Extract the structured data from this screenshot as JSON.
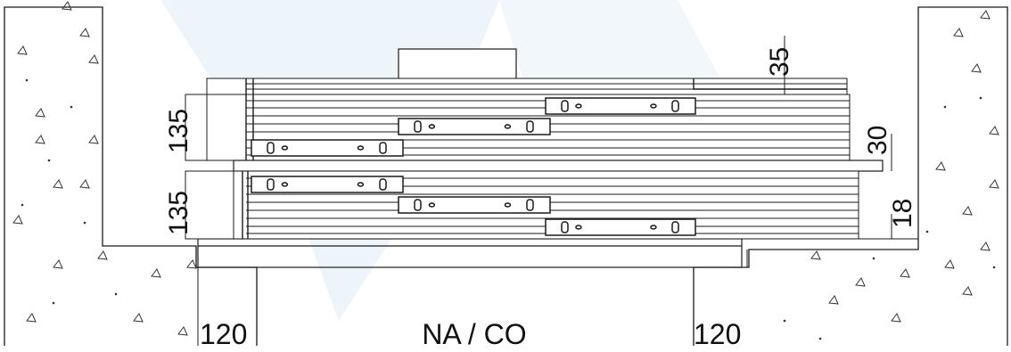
{
  "dimensions": {
    "gap_top": "35",
    "height_upper": "135",
    "height_lower": "135",
    "plate_right": "30",
    "bottom_right": "18",
    "width_left": "120",
    "width_center": "NA / CO",
    "width_right": "120"
  },
  "colors": {
    "line": "#1a1a1a",
    "watermark": "#e8f1f8",
    "concrete_mark": "#333333"
  }
}
